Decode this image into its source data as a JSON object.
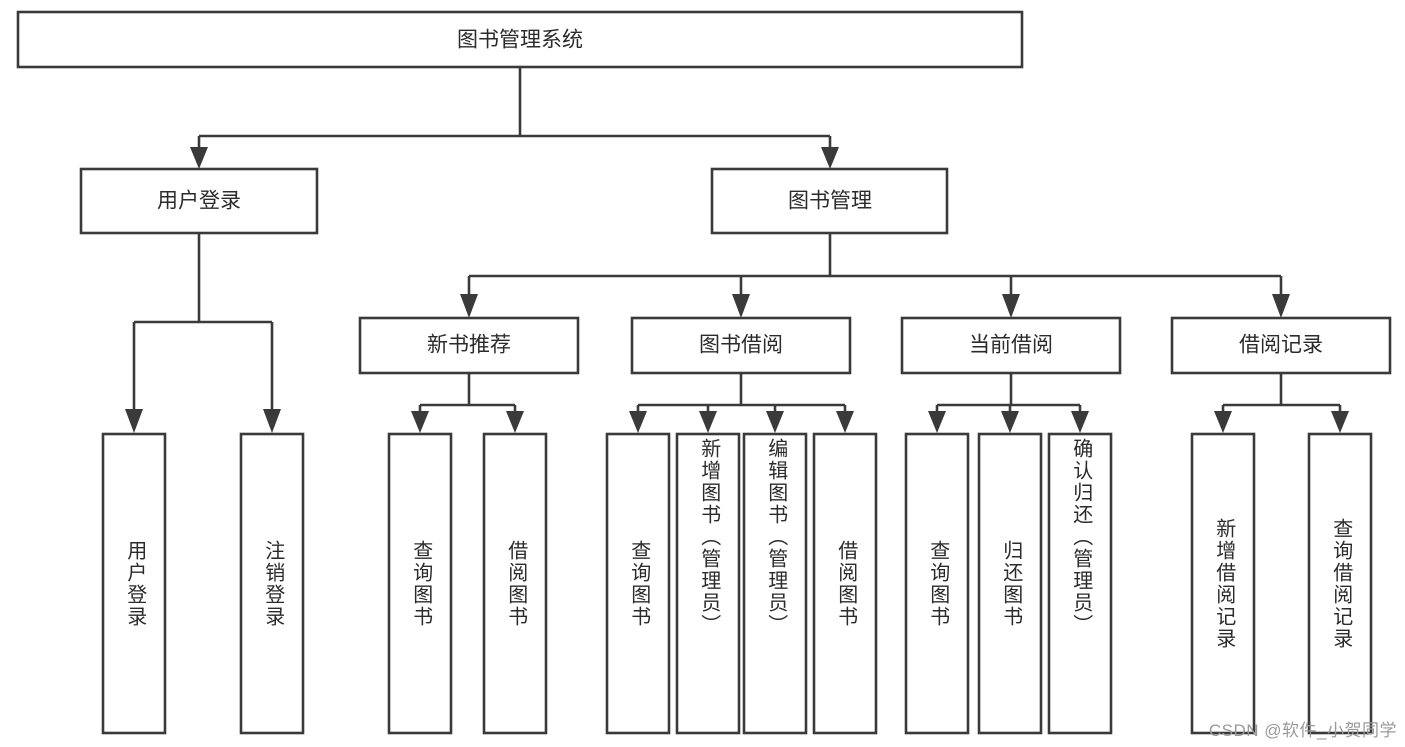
{
  "diagram": {
    "type": "tree",
    "title": "图书管理系统",
    "watermark": "CSDN @软件_小贺同学",
    "colors": {
      "stroke": "#3a3a3a",
      "fill": "#ffffff",
      "text": "#2b2b2b",
      "watermark": "#9a9a9a",
      "background": "#ffffff"
    },
    "root": {
      "label": "图书管理系统"
    },
    "level2": [
      {
        "label": "用户登录"
      },
      {
        "label": "图书管理"
      }
    ],
    "level3": [
      {
        "label": "新书推荐"
      },
      {
        "label": "图书借阅"
      },
      {
        "label": "当前借阅"
      },
      {
        "label": "借阅记录"
      }
    ],
    "leaves": {
      "user_login": [
        {
          "label": "用户登录"
        },
        {
          "label": "注销登录"
        }
      ],
      "new_book_recommend": [
        {
          "label": "查询图书"
        },
        {
          "label": "借阅图书"
        }
      ],
      "book_borrow": [
        {
          "label": "查询图书"
        },
        {
          "label": "新增图书（管理员）"
        },
        {
          "label": "编辑图书（管理员）"
        },
        {
          "label": "借阅图书"
        }
      ],
      "current_borrow": [
        {
          "label": "查询图书"
        },
        {
          "label": "归还图书"
        },
        {
          "label": "确认归还（管理员）"
        }
      ],
      "borrow_record": [
        {
          "label": "新增借阅记录"
        },
        {
          "label": "查询借阅记录"
        }
      ]
    }
  }
}
